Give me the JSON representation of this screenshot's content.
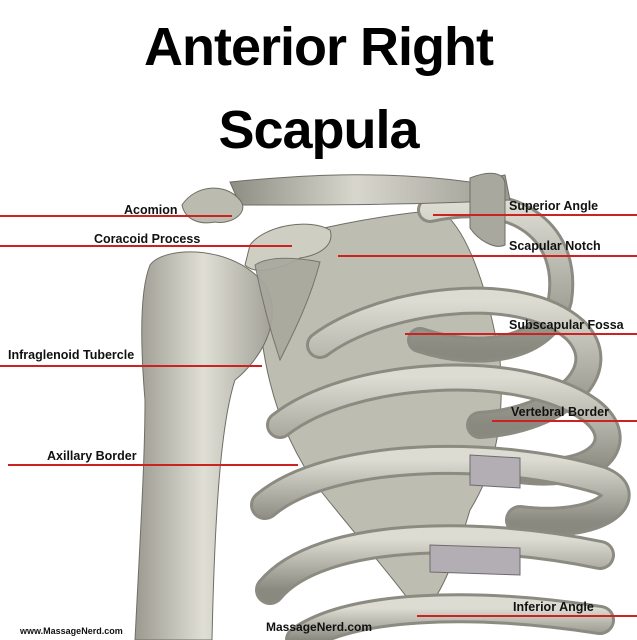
{
  "title": {
    "line1": "Anterior Right",
    "line2": "Scapula"
  },
  "labels": {
    "acromion": "Acomion",
    "coracoid_process": "Coracoid Process",
    "infraglenoid_tubercle": "Infraglenoid Tubercle",
    "axillary_border": "Axillary Border",
    "superior_angle": "Superior Angle",
    "scapular_notch": "Scapular Notch",
    "subscapular_fossa": "Subscapular Fossa",
    "vertebral_border": "Vertebral Border",
    "inferior_angle": "Inferior Angle"
  },
  "credits": {
    "website_left": "www.MassageNerd.com",
    "website_center": "MassageNerd.com"
  },
  "colors": {
    "leader_line": "#cc2222",
    "bone": "#c9c8bc",
    "bone_shadow": "#7d7c72",
    "bone_highlight": "#e6e5dc",
    "cartilage": "#b3aeb4"
  }
}
